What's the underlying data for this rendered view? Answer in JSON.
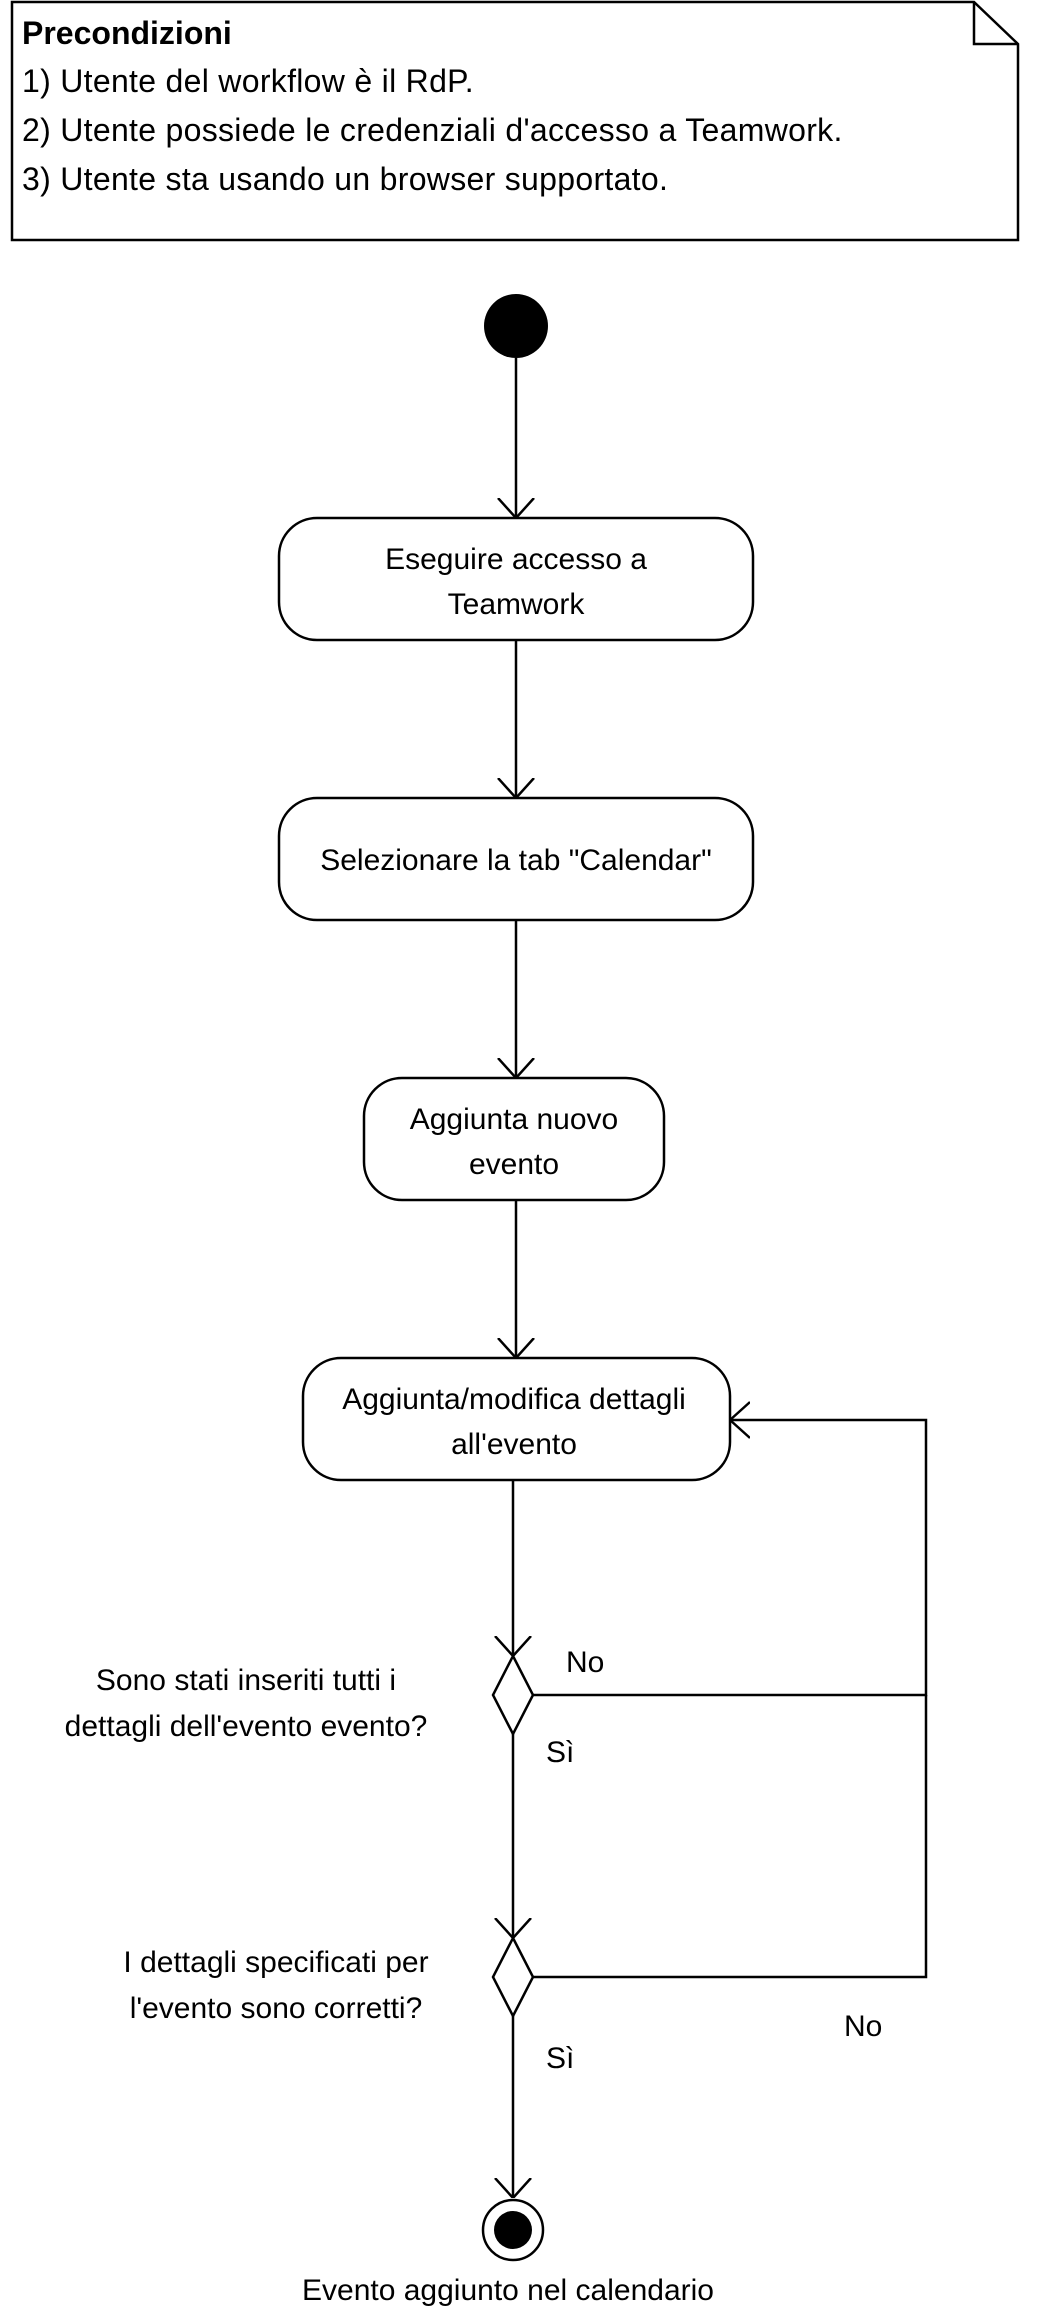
{
  "note": {
    "title": "Precondizioni",
    "lines": [
      "1) Utente del workflow è il RdP.",
      "2) Utente possiede le credenziali d'accesso a Teamwork.",
      "3) Utente sta usando un browser supportato."
    ]
  },
  "activities": [
    {
      "id": "login",
      "lines": [
        "Eseguire accesso a",
        "Teamwork"
      ]
    },
    {
      "id": "calendar",
      "lines": [
        "Selezionare la tab \"Calendar\""
      ]
    },
    {
      "id": "new-event",
      "lines": [
        "Aggiunta nuovo",
        "evento"
      ]
    },
    {
      "id": "edit-details",
      "lines": [
        "Aggiunta/modifica dettagli",
        "all'evento"
      ]
    }
  ],
  "decisions": [
    {
      "id": "all-inserted",
      "question": [
        "Sono stati inseriti tutti i",
        "dettagli dell'evento evento?"
      ],
      "no_label": "No",
      "yes_label": "Sì"
    },
    {
      "id": "correct",
      "question": [
        "I dettagli specificati per",
        "l'evento sono corretti?"
      ],
      "no_label": "No",
      "yes_label": "Sì"
    }
  ],
  "final_label": "Evento aggiunto nel calendario"
}
